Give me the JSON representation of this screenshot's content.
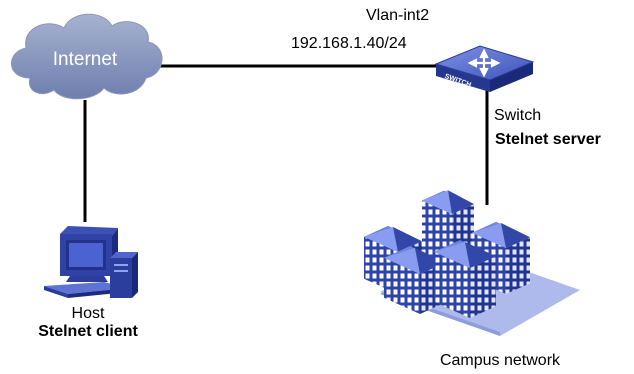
{
  "internet": {
    "label": "Internet"
  },
  "switch": {
    "interface": "Vlan-int2",
    "ip": "192.168.1.40/24",
    "device_text": "SWITCH",
    "name": "Switch",
    "role": "Stelnet server"
  },
  "host": {
    "name": "Host",
    "role": "Stelnet client"
  },
  "campus": {
    "label": "Campus network"
  },
  "colors": {
    "cloud": "#8291b8",
    "device_blue": "#3b4fb0",
    "device_dark": "#1f2d85",
    "device_light": "#6a7fd6",
    "link": "#000000"
  }
}
